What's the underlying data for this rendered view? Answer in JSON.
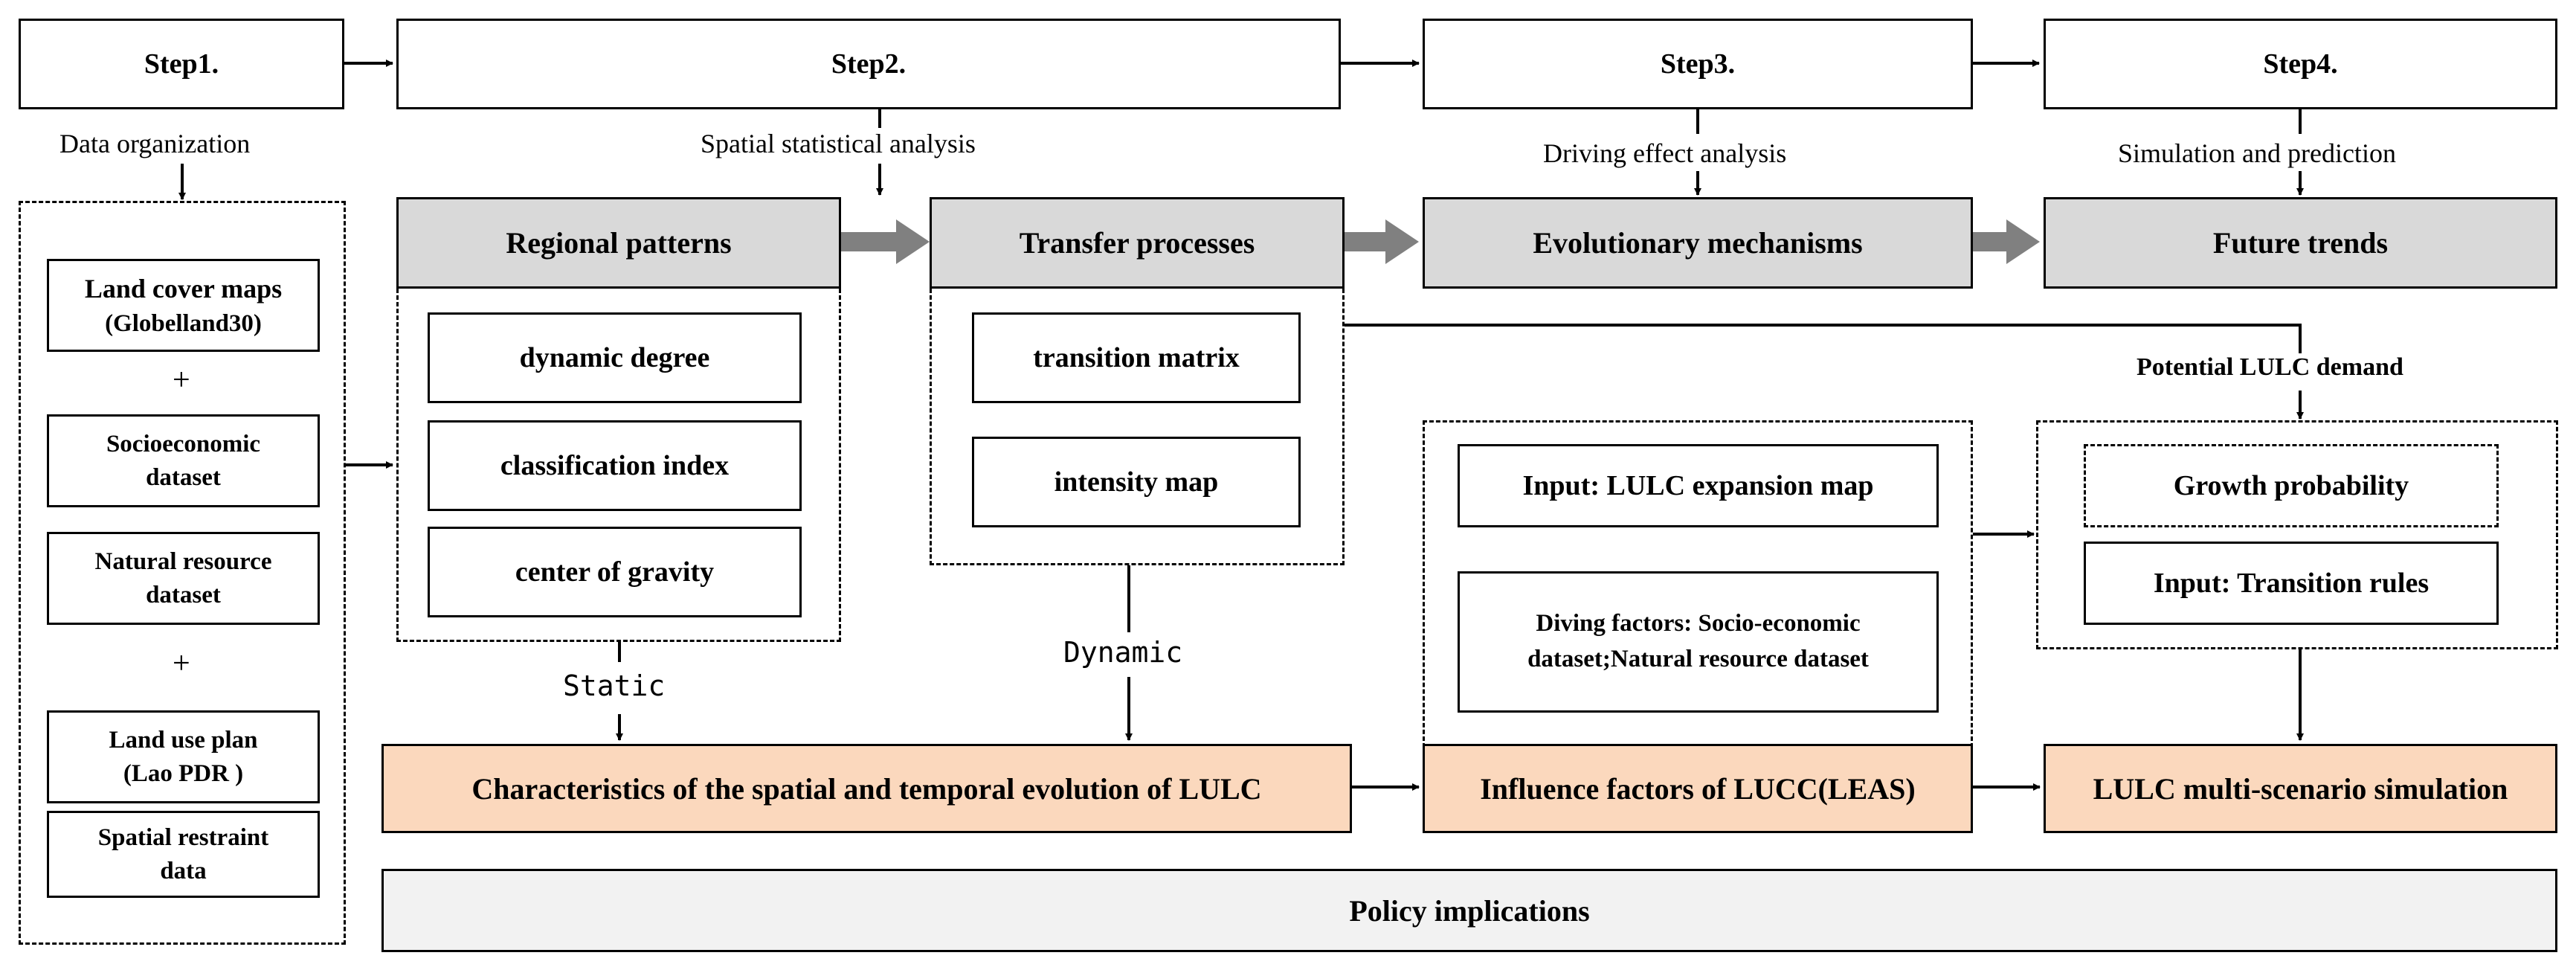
{
  "steps": [
    "Step1.",
    "Step2.",
    "Step3.",
    "Step4."
  ],
  "step_labels": {
    "s1": "Data organization",
    "s2": "Spatial statistical analysis",
    "s3": "Driving effect analysis",
    "s4": "Simulation and prediction"
  },
  "left_column": {
    "land_cover": "Land cover maps",
    "land_cover_sub": "(Globelland30)",
    "plus1": "+",
    "socio": "Socioeconomic",
    "socio_sub": "dataset",
    "natural": "Natural resource",
    "natural_sub": "dataset",
    "plus2": "+",
    "land_use": "Land use plan",
    "land_use_sub": "(Lao PDR )",
    "spatial": "Spatial restraint",
    "spatial_sub": "data"
  },
  "headers": {
    "regional": "Regional patterns",
    "transfer": "Transfer processes",
    "evolutionary": "Evolutionary mechanisms",
    "future": "Future trends"
  },
  "regional_items": [
    "dynamic degree",
    "classification index",
    "center of gravity"
  ],
  "transfer_items": [
    "transition matrix",
    "intensity map"
  ],
  "step3_items": {
    "input": "Input: LULC expansion map",
    "driving_1": "Diving factors: Socio-economic",
    "driving_2": "dataset;Natural resource dataset"
  },
  "step4_items": {
    "demand": "Potential LULC demand",
    "growth": "Growth probability",
    "input": "Input: Transition rules"
  },
  "flow_labels": {
    "static": "Static",
    "dynamic": "Dynamic"
  },
  "results": {
    "characteristics": "Characteristics of the spatial and temporal evolution of LULC",
    "influence": "Influence factors of LUCC(LEAS)",
    "simulation": "LULC multi-scenario simulation"
  },
  "policy": "Policy implications"
}
